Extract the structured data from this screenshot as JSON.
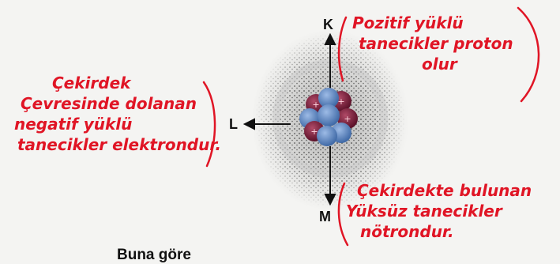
{
  "labels": {
    "k": "K",
    "l": "L",
    "m": "M"
  },
  "annotations": {
    "left_lines": [
      "Çekirdek",
      "Çevresinde dolanan",
      "negatif yüklü",
      "tanecikler elektrondur."
    ],
    "top_right_lines": [
      "Pozitif yüklü",
      "tanecikler proton",
      "olur"
    ],
    "bottom_right_lines": [
      "Çekirdekte bulunan",
      "Yüksüz tanecikler",
      "nötrondur."
    ]
  },
  "footer_text": "Buna göre",
  "colors": {
    "ink": "#e01525",
    "proton": "#7a1f3a",
    "neutron": "#5f86bd"
  }
}
